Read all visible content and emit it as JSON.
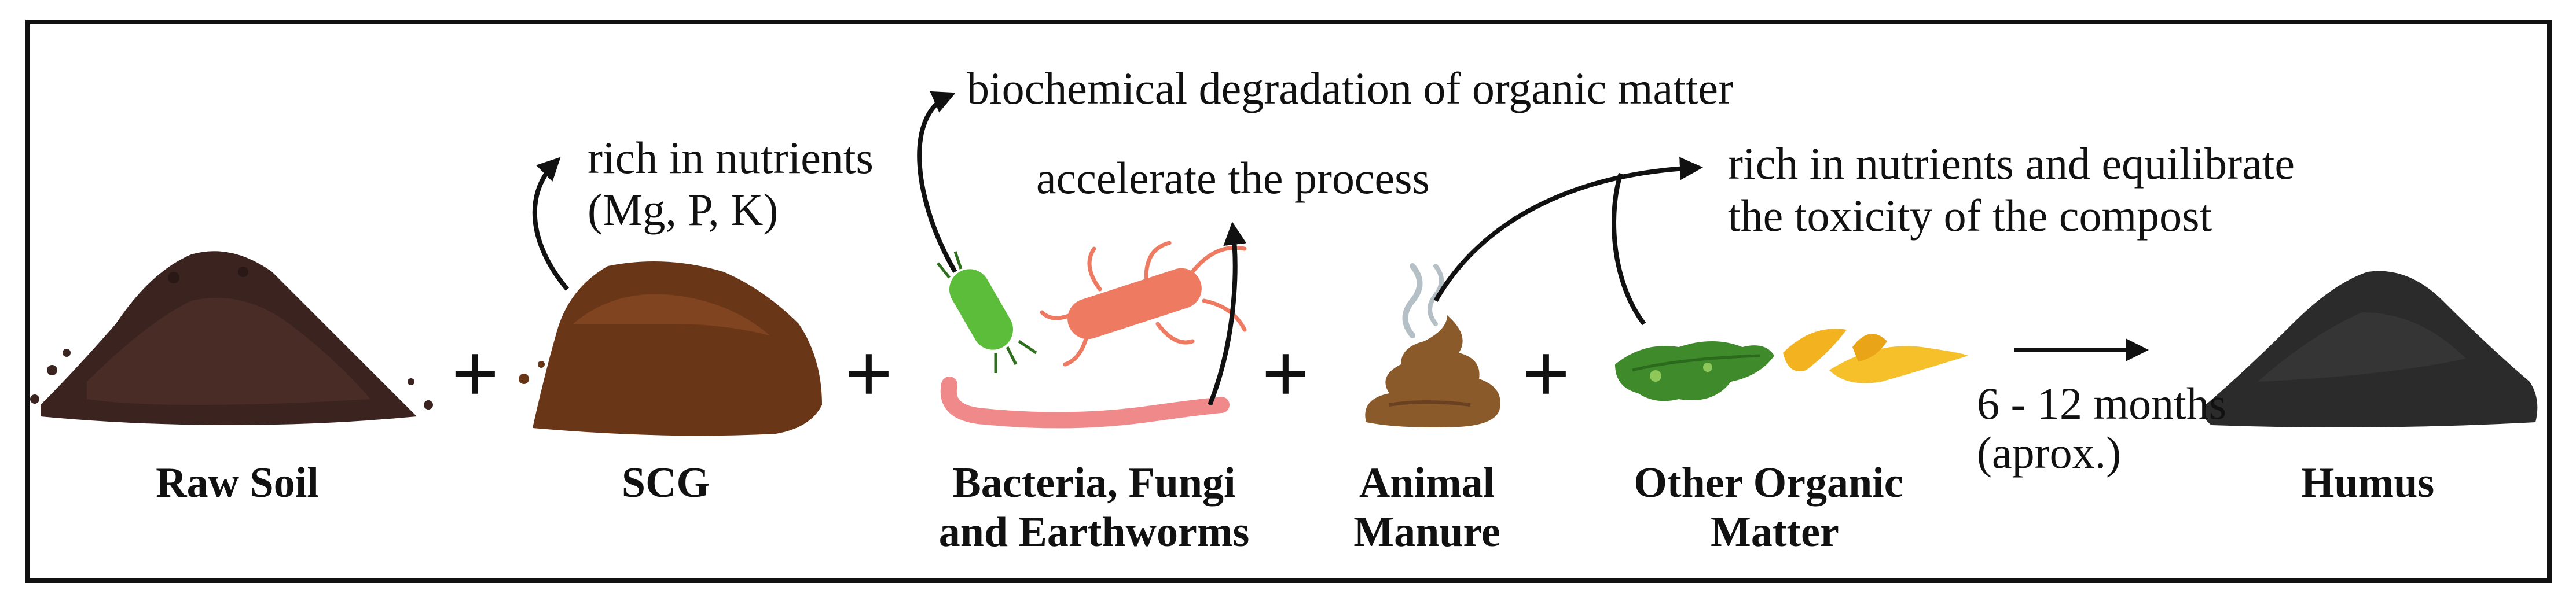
{
  "figure": {
    "stages": [
      {
        "name": "Raw Soil",
        "icon": "soil-pile-icon"
      },
      {
        "name": "SCG",
        "icon": "coffee-grounds-icon"
      },
      {
        "name_line1": "Bacteria, Fungi",
        "name_line2": "and Earthworms",
        "icon": "microbes-worm-icon"
      },
      {
        "name_line1": "Animal",
        "name_line2": "Manure",
        "icon": "manure-icon"
      },
      {
        "name_line1": "Other Organic",
        "name_line2": "Matter",
        "icon": "organic-waste-icon"
      },
      {
        "name": "Humus",
        "icon": "humus-pile-icon"
      }
    ],
    "operator": "+",
    "annotations": {
      "scg_line1": "rich in nutrients",
      "scg_line2": "(Mg, P, K)",
      "microbes": "biochemical degradation of organic matter",
      "earthworms": "accelerate the process",
      "manure_line1": "rich in nutrients and equilibrate",
      "manure_line2": "the toxicity of the compost",
      "time_line1": "6 - 12 months",
      "time_line2": "(aprox.)"
    },
    "colors": {
      "frame": "#111111",
      "soil": "#3b2320",
      "scg": "#6a3618",
      "bacteria_green": "#5bbd3a",
      "bacteria_red": "#ef7a62",
      "worm": "#f08a8a",
      "manure": "#8b5a2b",
      "leaf": "#3f8a2a",
      "peel": "#f3b320",
      "humus": "#2b2b2b"
    }
  }
}
